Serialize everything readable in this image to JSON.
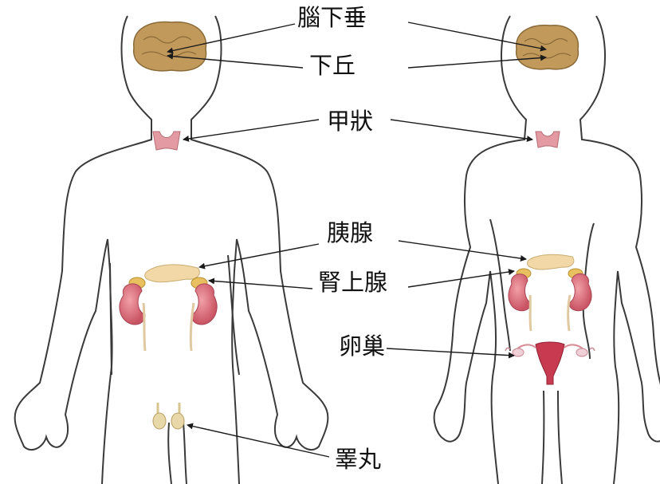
{
  "labels": {
    "pituitary": "腦下垂",
    "hypothalamus": "下丘",
    "thyroid": "甲狀",
    "pancreas": "胰腺",
    "adrenal": "腎上腺",
    "ovary": "卵巢",
    "testis": "睪丸"
  },
  "colors": {
    "outline": "#3a3a3a",
    "brain": "#c19a5b",
    "thyroid": "#e49aa2",
    "kidney": "#d9707a",
    "adrenal": "#e8c060",
    "pancreas": "#f1d8a6",
    "uterus": "#c83a50",
    "testis": "#e8d7a8"
  }
}
